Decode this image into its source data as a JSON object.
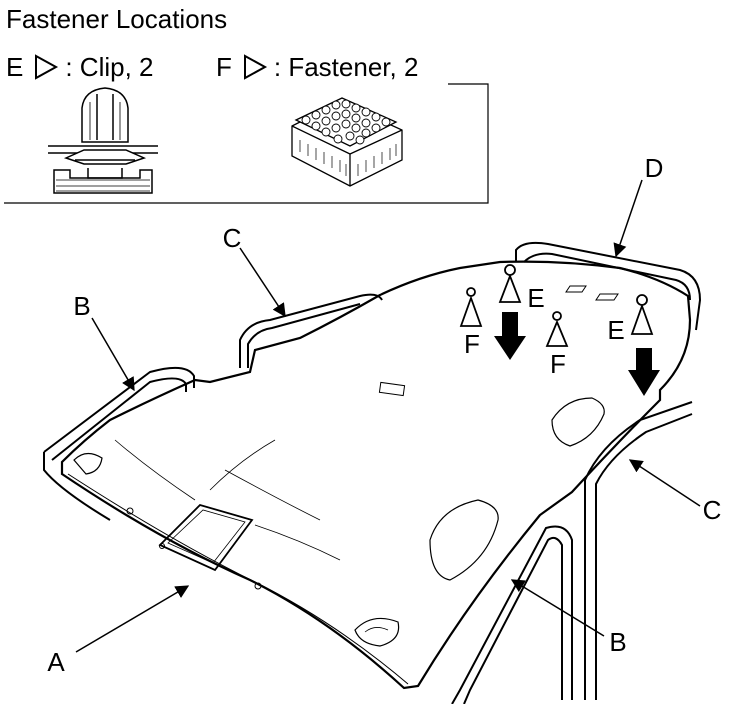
{
  "header": {
    "title": "Fastener Locations"
  },
  "legend": [
    {
      "key": "E",
      "text": ": Clip, 2"
    },
    {
      "key": "F",
      "text": ": Fastener, 2"
    }
  ],
  "callouts": {
    "A": "A",
    "B": "B",
    "C": "C",
    "D": "D",
    "E": "E",
    "F": "F"
  },
  "icons": {
    "fastener_marker": "triangle-marker-icon",
    "install_arrow": "down-arrow-icon",
    "clip": "clip-icon",
    "fastener": "fastener-pad-icon"
  }
}
